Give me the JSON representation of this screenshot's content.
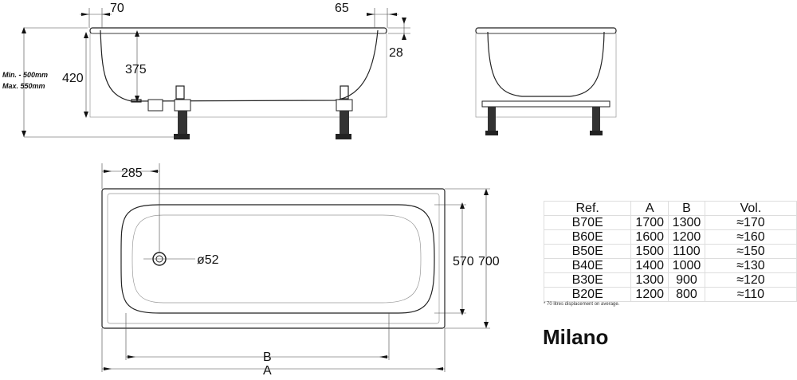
{
  "title": "Milano",
  "dimensions": {
    "rim_left": "70",
    "rim_right": "65",
    "rim_thickness": "28",
    "height": "420",
    "depth": "375",
    "height_min": "Min. - 500mm",
    "height_max": "Max. 550mm",
    "drain_offset": "285",
    "drain_diameter": "ø52",
    "inner_width": "570",
    "outer_width": "700",
    "inner_length": "B",
    "outer_length": "A"
  },
  "table": {
    "headers": [
      "Ref.",
      "A",
      "B",
      "Vol."
    ],
    "rows": [
      [
        "B70E",
        "1700",
        "1300",
        "≈170"
      ],
      [
        "B60E",
        "1600",
        "1200",
        "≈160"
      ],
      [
        "B50E",
        "1500",
        "1100",
        "≈150"
      ],
      [
        "B40E",
        "1400",
        "1000",
        "≈130"
      ],
      [
        "B30E",
        "1300",
        "900",
        "≈120"
      ],
      [
        "B20E",
        "1200",
        "800",
        "≈110"
      ]
    ],
    "footnote": "* 70 litres displacement on average."
  }
}
